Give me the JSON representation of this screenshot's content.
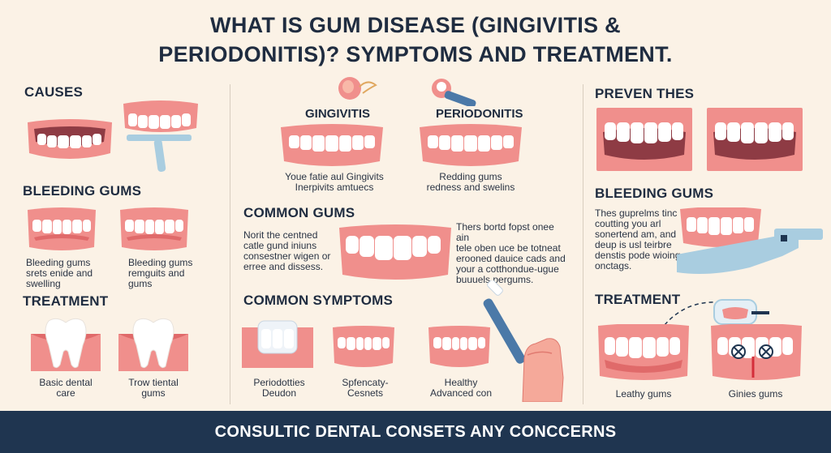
{
  "title_line1": "WHAT IS GUM DISEASE (GINGIVITIS &",
  "title_line2": "PERIODONITIS)? SYMPTOMS AND TREATMENT.",
  "left": {
    "causes": "CAUSES",
    "bleeding_gums": "BLEEDING GUMS",
    "caption_a": "Bleeding gums\nsrets enide and\nswelling",
    "caption_b": "Bleeding gums\nremguits and\ngums",
    "treatment": "TREATMENT",
    "caption_c": "Basic dental\ncare",
    "caption_d": "Trow tiental\ngums"
  },
  "middle": {
    "gingivitis": "GINGIVITIS",
    "periodontitis": "PERIODONITIS",
    "caption_ging": "Youe fatie aul Gingivits\nInerpivits amtuecs",
    "caption_perio": "Redding gums\nredness and swelins",
    "common_gums": "COMMON GUMS",
    "caption_cg_left": "Norit the centned\ncatle gund iniuns\nconsestner wigen or\nerree and dissess.",
    "caption_cg_right": "Thers bortd fopst onee ain\ntele oben uce be totneat\nerooned dauice cads and\nyour a cotthondue-ugue\nbuuuels pergums.",
    "common_symptoms": "COMMON SYMPTOMS",
    "caption_s1": "Periodotties\nDeudon",
    "caption_s2": "Spfencaty-\nCesnets",
    "caption_s3": "Healthy\nAdvanced con"
  },
  "right": {
    "preven": "PREVEN THES",
    "bleeding_gums": "BLEEDING GUMS",
    "caption_bg": "Thes guprelms tinc\ncoutting you arl\nsonertend am, and\ndeup is usl teirbre\ndenstis pode wioing\nonctags.",
    "treatment": "TREATMENT",
    "caption_t1": "Leathy gums",
    "caption_t2": "Ginies gums"
  },
  "footer": "CONSULTIC DENTAL CONSETS ANY CONCCERNS",
  "colors": {
    "background": "#fbf2e6",
    "gum": "#f08f8c",
    "gum_dark": "#e06a6a",
    "tooth": "#ffffff",
    "footer": "#1f3550",
    "tool": "#a9cde0"
  }
}
